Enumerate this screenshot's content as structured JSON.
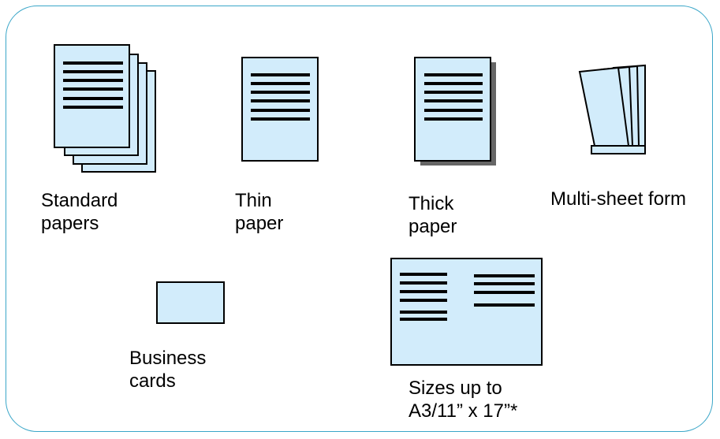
{
  "colors": {
    "paper_fill": "#d2ecfb",
    "paper_stroke": "#000000",
    "frame_border": "#3aa6c8",
    "shadow": "#666666"
  },
  "items": {
    "standard_papers": {
      "line1": "Standard",
      "line2": "papers"
    },
    "thin_paper": {
      "line1": "Thin",
      "line2": "paper"
    },
    "thick_paper": {
      "line1": "Thick",
      "line2": "paper"
    },
    "multi_sheet_form": {
      "line1": "Multi-sheet form"
    },
    "business_cards": {
      "line1": "Business",
      "line2": "cards"
    },
    "large_sizes": {
      "line1": "Sizes up to",
      "line2": "A3/11” x 17”*"
    }
  }
}
